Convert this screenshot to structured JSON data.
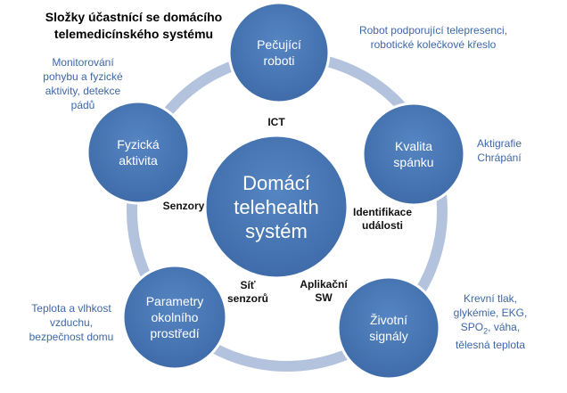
{
  "title_line1": "Složky účastnící se domácího",
  "title_line2": "telemedicínského systému",
  "center": {
    "line1": "Domácí",
    "line2": "telehealth",
    "line3": "systém"
  },
  "nodes": {
    "robots": {
      "line1": "Pečující",
      "line2": "roboti"
    },
    "sleep": {
      "line1": "Kvalita",
      "line2": "spánku"
    },
    "vitals": {
      "line1": "Životní",
      "line2": "signály"
    },
    "environment": {
      "line1": "Parametry",
      "line2": "okolního",
      "line3": "prostředí"
    },
    "activity": {
      "line1": "Fyzická",
      "line2": "aktivita"
    }
  },
  "notes": {
    "robots": {
      "line1": "Robot podporující telepresenci,",
      "line2": "robotické kolečkové křeslo"
    },
    "sleep": {
      "line1": "Aktigrafie",
      "line2": "Chrápání"
    },
    "vitals": {
      "line1": "Krevní  tlak,",
      "line2": "glykémie, EKG,",
      "line3_pre": "SPO",
      "line3_sub": "2",
      "line3_post": ", váha,",
      "line4": "tělesná teplota"
    },
    "environment": {
      "line1": "Teplota a vlhkost",
      "line2": "vzduchu,",
      "line3": "bezpečnost domu"
    },
    "activity": {
      "line1": "Monitorování",
      "line2": "pohybu a fyzické",
      "line3": "aktivity, detekce",
      "line4": "pádů"
    }
  },
  "edges": {
    "ict": "ICT",
    "identification": {
      "line1": "Identifikace",
      "line2": "události"
    },
    "app": {
      "line1": "Aplikační",
      "line2": "SW"
    },
    "network": {
      "line1": "Síť",
      "line2": "senzorů"
    },
    "sensors": "Senzory"
  },
  "colors": {
    "node_fill": "#4a79b7",
    "node_stroke": "#ffffff",
    "ring": "#a8bad8",
    "note_text": "#3d68a8"
  }
}
